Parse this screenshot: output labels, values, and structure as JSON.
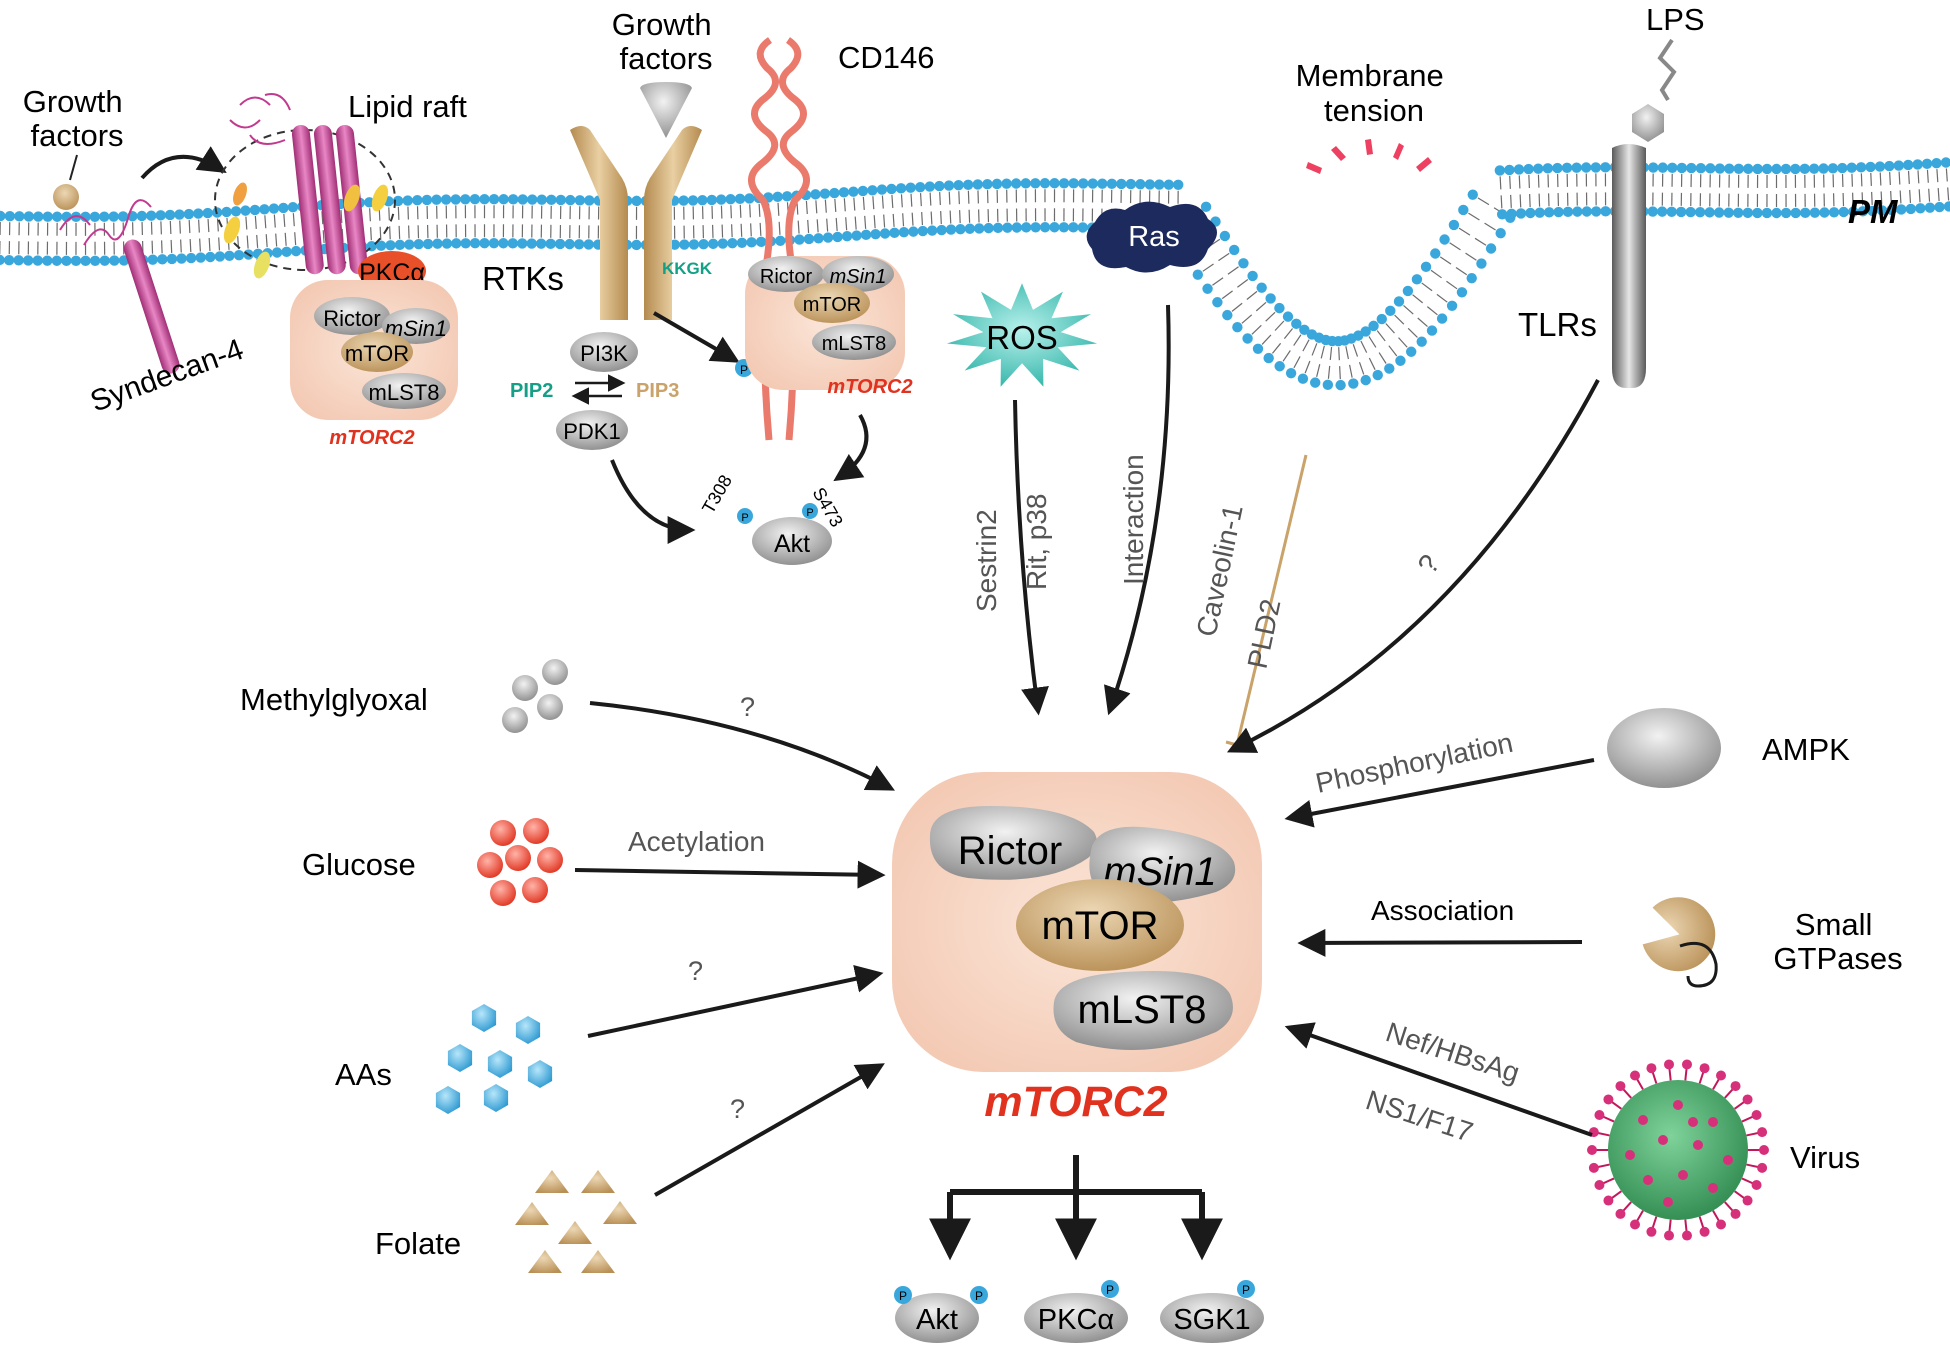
{
  "colors": {
    "membrane_head": "#3aa7dc",
    "membrane_tail": "#6c6c6c",
    "complex_bg": "#f8d8c8",
    "rictor_gray": "#9a9a9a",
    "mtor_tan": "#c8a472",
    "mtorc2_red": "#e0321e",
    "pip2_teal": "#14a087",
    "pip3_tan": "#c9a36a",
    "kkgk_teal": "#14a087",
    "syndecan_magenta": "#c23a8f",
    "pkca_orange": "#e8502a",
    "cd146_salmon": "#ea7a6c",
    "ras_navy": "#1d2a5e",
    "ros_teal": "#4cc8bd",
    "caveolin_tan": "#c9a36a",
    "glucose_red": "#e8403a",
    "aa_blue": "#3aa7dc",
    "folate_tan": "#c9a36a",
    "virus_green": "#3a9a5a",
    "virus_spike": "#c2185b",
    "arrow": "#1a1a1a",
    "label_gray": "#555555"
  },
  "top": {
    "growth_factors_left": "Growth\nfactors",
    "lipid_raft": "Lipid raft",
    "syndecan": "Syndecan-4",
    "pkca": "PKCα",
    "small_complex": {
      "rictor": "Rictor",
      "msin1": "mSin1",
      "mtor": "mTOR",
      "mlst8": "mLST8",
      "name": "mTORC2"
    },
    "growth_factors_rtk": "Growth\nfactors",
    "rtks": "RTKs",
    "pi3k": "PI3K",
    "pip2": "PIP2",
    "pip3": "PIP3",
    "pdk1": "PDK1",
    "akt": "Akt",
    "t308": "T308",
    "s473": "S473",
    "p": "P",
    "cd146": "CD146",
    "kkgk": "KKGK",
    "ros": "ROS",
    "ras": "Ras",
    "membrane_tension": "Membrane\ntension",
    "lps": "LPS",
    "tlrs": "TLRs",
    "pm": "PM"
  },
  "pathways": {
    "sestrin2": "Sestrin2",
    "rit_p38": "Rit, p38",
    "interaction": "Interaction",
    "caveolin1": "Caveolin-1",
    "pld2": "PLD2",
    "q": "?"
  },
  "left_inputs": {
    "methylglyoxal": "Methylglyoxal",
    "glucose": "Glucose",
    "acetylation": "Acetylation",
    "aas": "AAs",
    "folate": "Folate"
  },
  "right_inputs": {
    "ampk": "AMPK",
    "phosphorylation": "Phosphorylation",
    "small_gtpases": "Small\nGTPases",
    "association": "Association",
    "virus": "Virus",
    "nef": "Nef/HBsAg",
    "ns1": "NS1/F17"
  },
  "center": {
    "rictor": "Rictor",
    "msin1": "mSin1",
    "mtor": "mTOR",
    "mlst8": "mLST8",
    "name": "mTORC2"
  },
  "outputs": [
    "Akt",
    "PKCα",
    "SGK1"
  ]
}
